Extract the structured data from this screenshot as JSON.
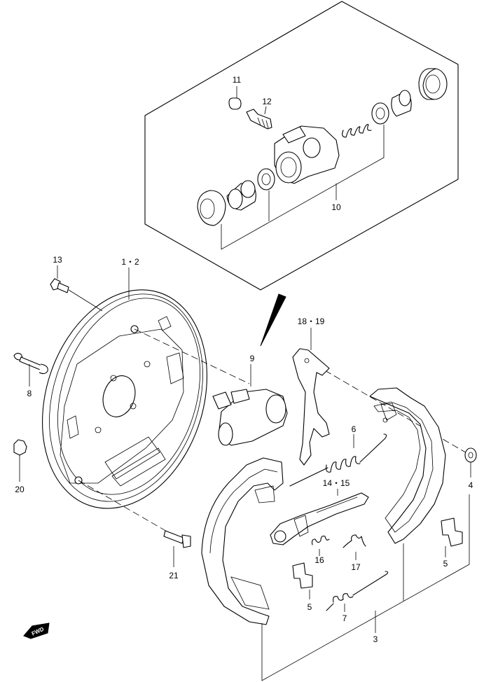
{
  "labels": {
    "p11": "11",
    "p12": "12",
    "p10": "10",
    "p13": "13",
    "p1_2": "1・2",
    "p18_19": "18・19",
    "p9": "9",
    "p8": "8",
    "p6": "6",
    "p4": "4",
    "p20": "20",
    "p14_15": "14・15",
    "p16": "16",
    "p17": "17",
    "p5a": "5",
    "p5b": "5",
    "p21": "21",
    "p7": "7",
    "p3": "3",
    "fwd": "FWD"
  }
}
